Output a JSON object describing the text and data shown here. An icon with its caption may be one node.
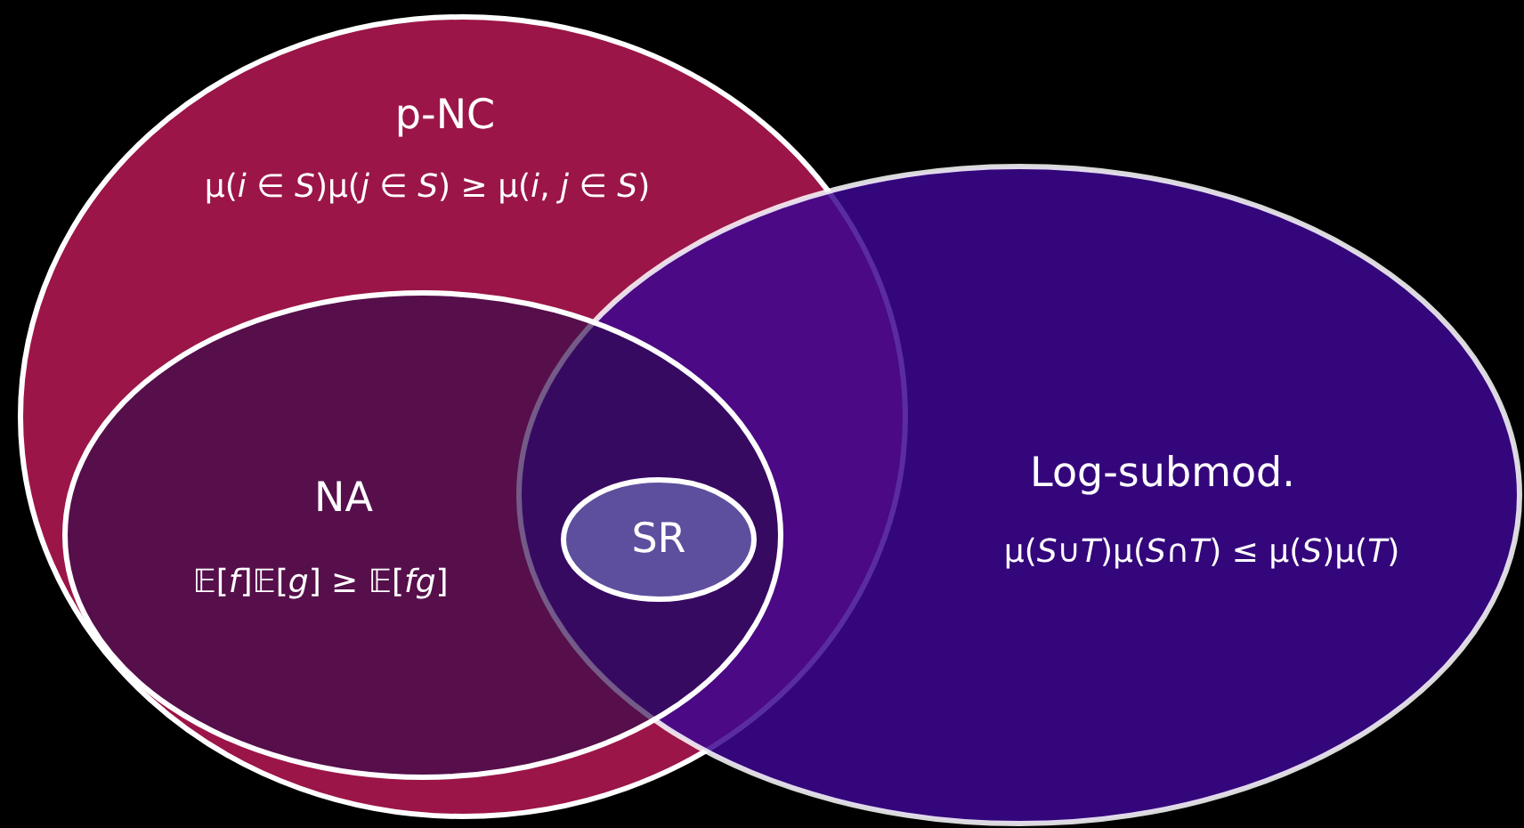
{
  "diagram": {
    "nodes": [
      {
        "text": [
          "p-NC",
          "μ(*i* ∈ *S*)μ(*j* ∈ *S*) ≥ μ(*i*, *j* ∈ *S*)"
        ]
      },
      {
        "text": [
          "NA",
          "𝔼[*f*]𝔼[*g*] ≥ 𝔼[*fg*]"
        ],
        "in": 0
      },
      {
        "text": [
          "SR"
        ]
      },
      {
        "text": [
          "Log-submod.",
          "μ(*S*∪*T*)μ(*S*∩*T*) ≤ μ(*S*)μ(*T*)"
        ]
      }
    ]
  }
}
